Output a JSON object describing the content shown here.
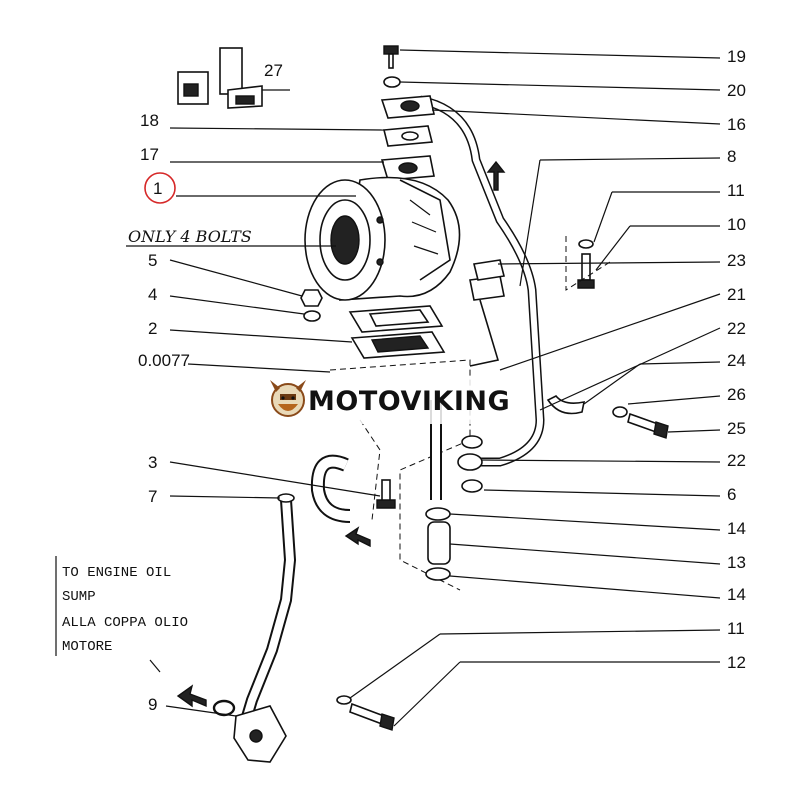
{
  "callouts": {
    "c19": "19",
    "c20": "20",
    "c16": "16",
    "c8": "8",
    "c11a": "11",
    "c10": "10",
    "c23": "23",
    "c21": "21",
    "c22a": "22",
    "c24": "24",
    "c26": "26",
    "c25": "25",
    "c22b": "22",
    "c6": "6",
    "c14a": "14",
    "c13": "13",
    "c14b": "14",
    "c11b": "11",
    "c12": "12",
    "c27": "27",
    "c18": "18",
    "c17": "17",
    "c1": "1",
    "c5": "5",
    "c4": "4",
    "c2": "2",
    "c0077": "0.0077",
    "c3": "3",
    "c7": "7",
    "c9": "9"
  },
  "handwritten_note": "ONLY 4 BOLTS",
  "oil_note": {
    "line1": "TO ENGINE OIL",
    "line2": "SUMP",
    "line3": "ALLA COPPA OLIO",
    "line4": "MOTORE"
  },
  "watermark": "MOTOVIKING",
  "colors": {
    "highlight_circle": "#d62828",
    "ink": "#111111"
  }
}
